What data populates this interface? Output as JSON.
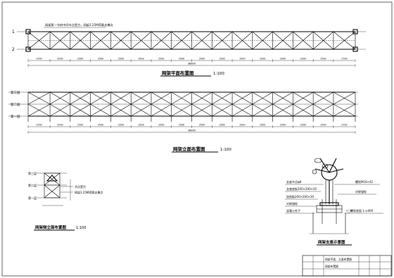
{
  "plan": {
    "title": "网架平面布置图",
    "scale": "1:100",
    "note": "网架第一节的中间节点受力，网架3.25M荷载支撑点",
    "axis_labels": [
      "1",
      "2"
    ],
    "dims": [
      "2700",
      "2500",
      "2500",
      "2500",
      "2500",
      "2500",
      "2500",
      "2500",
      "2500",
      "2500",
      "2500",
      "2500",
      "2500",
      "2500",
      "2500",
      "2700"
    ],
    "total": "38800"
  },
  "elevation": {
    "title": "网架立面布置图",
    "scale": "1:100",
    "levels": [
      "第三层",
      "第二层",
      "第一层"
    ],
    "dims": [
      "2700",
      "2500",
      "2500",
      "2500",
      "2500",
      "2500",
      "2500",
      "2500",
      "2500",
      "2500",
      "2500",
      "2500",
      "2500",
      "2500",
      "2500",
      "2700"
    ],
    "total": "38800"
  },
  "side": {
    "title": "网架侧立面布置图",
    "scale": "1:100",
    "levels": [
      "第三层",
      "第二层",
      "第一层"
    ],
    "note1": "节点受力",
    "note2": "网架3.25M荷载支撑点"
  },
  "support": {
    "title": "网架支座示意图",
    "labels": [
      "支座节点φ8",
      "支座底板200×200×20",
      "加劲板200×200×20",
      "对穿锚栓",
      "混凝土柱子"
    ],
    "right_labels": [
      "螺栓M16×42",
      "对穿锚栓"
    ],
    "elev_label": "螺栓底面 1:±000"
  },
  "title_block": {
    "drawing_no": "网架平面、立面布置图",
    "drawing_title": "网架布置图"
  }
}
